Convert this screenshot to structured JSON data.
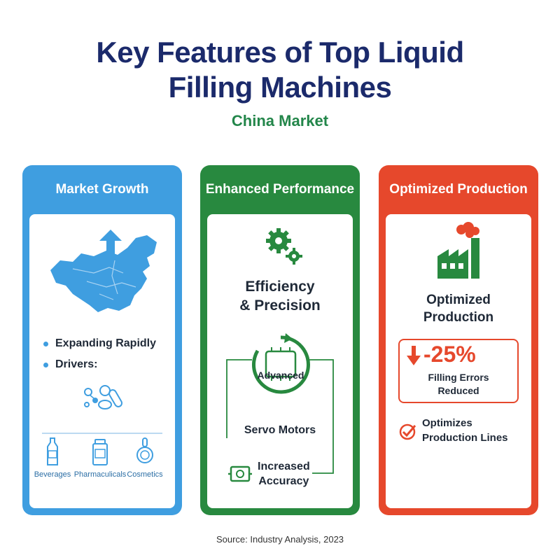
{
  "header": {
    "title_line1": "Key Features of Top Liquid",
    "title_line2": "Filling Machines",
    "subtitle": "China Market"
  },
  "cards": {
    "market_growth": {
      "heading": "Market Growth",
      "bullet1": "Expanding Rapidly",
      "bullet2": "Drivers:",
      "industries": [
        "Beverages",
        "Pharmaculicals",
        "Cosmetics"
      ]
    },
    "enhanced_performance": {
      "heading": "Enhanced Performance",
      "efficiency_line1": "Efficiency",
      "efficiency_line2": "& Precision",
      "chip_label": "Advanced",
      "servo": "Servo Motors",
      "accuracy_line1": "Increased",
      "accuracy_line2": "Accuracy"
    },
    "optimized_production": {
      "heading": "Optimized Production",
      "title_line1": "Optimized",
      "title_line2": "Production",
      "error_value": "-25%",
      "error_line1": "Filling Errors",
      "error_line2": "Reduced",
      "lines_line1": "Optimizes",
      "lines_line2": "Production Lines"
    }
  },
  "footer": {
    "source": "Source: Industry Analysis, 2023"
  },
  "colors": {
    "navy": "#1b2a6b",
    "green": "#28893f",
    "blue": "#3f9ee0",
    "red": "#e6482c"
  }
}
